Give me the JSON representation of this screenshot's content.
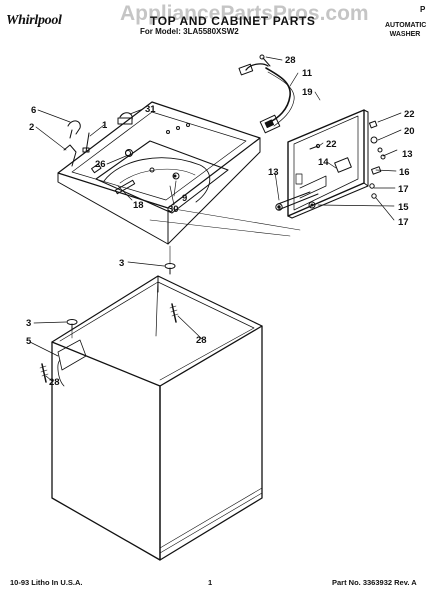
{
  "header": {
    "brand": "Whirlpool",
    "title": "TOP AND CABINET PARTS",
    "model_prefix": "For Model:",
    "model_number": "3LA5580XSW2",
    "product_type_line1": "AUTOMATIC",
    "product_type_line2": "WASHER",
    "corner_mark": "P"
  },
  "watermark": "AppliancePartsPros.com",
  "footer": {
    "litho": "10-93 Litho In U.S.A.",
    "page": "1",
    "part_no": "Part No. 3363932 Rev. A"
  },
  "callouts": [
    {
      "id": "c28a",
      "label": "28"
    },
    {
      "id": "c11",
      "label": "11"
    },
    {
      "id": "c19",
      "label": "19"
    },
    {
      "id": "c6",
      "label": "6"
    },
    {
      "id": "c31",
      "label": "31"
    },
    {
      "id": "c2",
      "label": "2"
    },
    {
      "id": "c1",
      "label": "1"
    },
    {
      "id": "c22a",
      "label": "22"
    },
    {
      "id": "c20",
      "label": "20"
    },
    {
      "id": "c22b",
      "label": "22"
    },
    {
      "id": "c26",
      "label": "26"
    },
    {
      "id": "c13a",
      "label": "13"
    },
    {
      "id": "c14",
      "label": "14"
    },
    {
      "id": "c16",
      "label": "16"
    },
    {
      "id": "c13b",
      "label": "13"
    },
    {
      "id": "c17a",
      "label": "17"
    },
    {
      "id": "c9",
      "label": "9"
    },
    {
      "id": "c18",
      "label": "18"
    },
    {
      "id": "c30",
      "label": "30"
    },
    {
      "id": "c15",
      "label": "15"
    },
    {
      "id": "c17b",
      "label": "17"
    },
    {
      "id": "c3a",
      "label": "3"
    },
    {
      "id": "c3b",
      "label": "3"
    },
    {
      "id": "c28b",
      "label": "28"
    },
    {
      "id": "c5",
      "label": "5"
    },
    {
      "id": "c28c",
      "label": "28"
    }
  ]
}
